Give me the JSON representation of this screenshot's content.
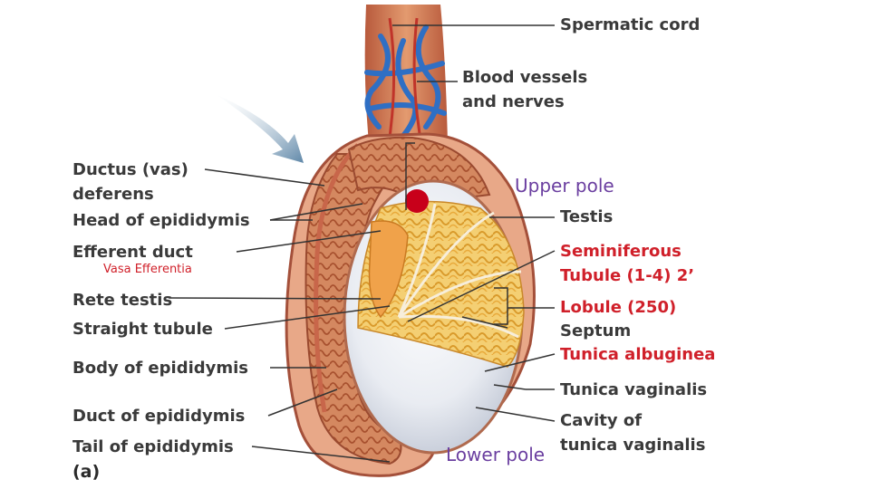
{
  "labels_left": {
    "ductus_vas_line1": "Ductus (vas)",
    "ductus_vas_line2": "deferens",
    "head_epididymis": "Head of epididymis",
    "efferent_ductule": "Efferent duct",
    "vasa_efferentia": "Vasa Efferentia",
    "rete_testis": "Rete testis",
    "straight_tubule": "Straight tubule",
    "body_epididymis": "Body of epididymis",
    "duct_epididymis": "Duct of epididymis",
    "tail_epididymis": "Tail of epididymis",
    "figure_letter": "(a)"
  },
  "labels_right": {
    "spermatic_cord": "Spermatic cord",
    "blood_vessels_line1": "Blood vessels",
    "blood_vessels_line2": "and nerves",
    "testis": "Testis",
    "seminiferous_line1": "Seminiferous",
    "seminiferous_line2": "Tubule (1-4) 2’",
    "lobule": "Lobule (250)",
    "septum": "Septum",
    "tunica_albuginea": "Tunica albuginea",
    "tunica_vaginalis": "Tunica vaginalis",
    "cavity_line1": "Cavity of",
    "cavity_line2": "tunica vaginalis"
  },
  "poles": {
    "upper": "Upper pole",
    "lower": "Lower pole"
  },
  "colors": {
    "label_dark": "#3a3a3a",
    "label_red": "#d0202a",
    "pole_purple": "#6b3fa0",
    "tissue": "#d98c62",
    "lobule_yellow": "#f2c35a",
    "vessel_blue": "#2f6fc4",
    "marker_red": "#c8001a"
  }
}
